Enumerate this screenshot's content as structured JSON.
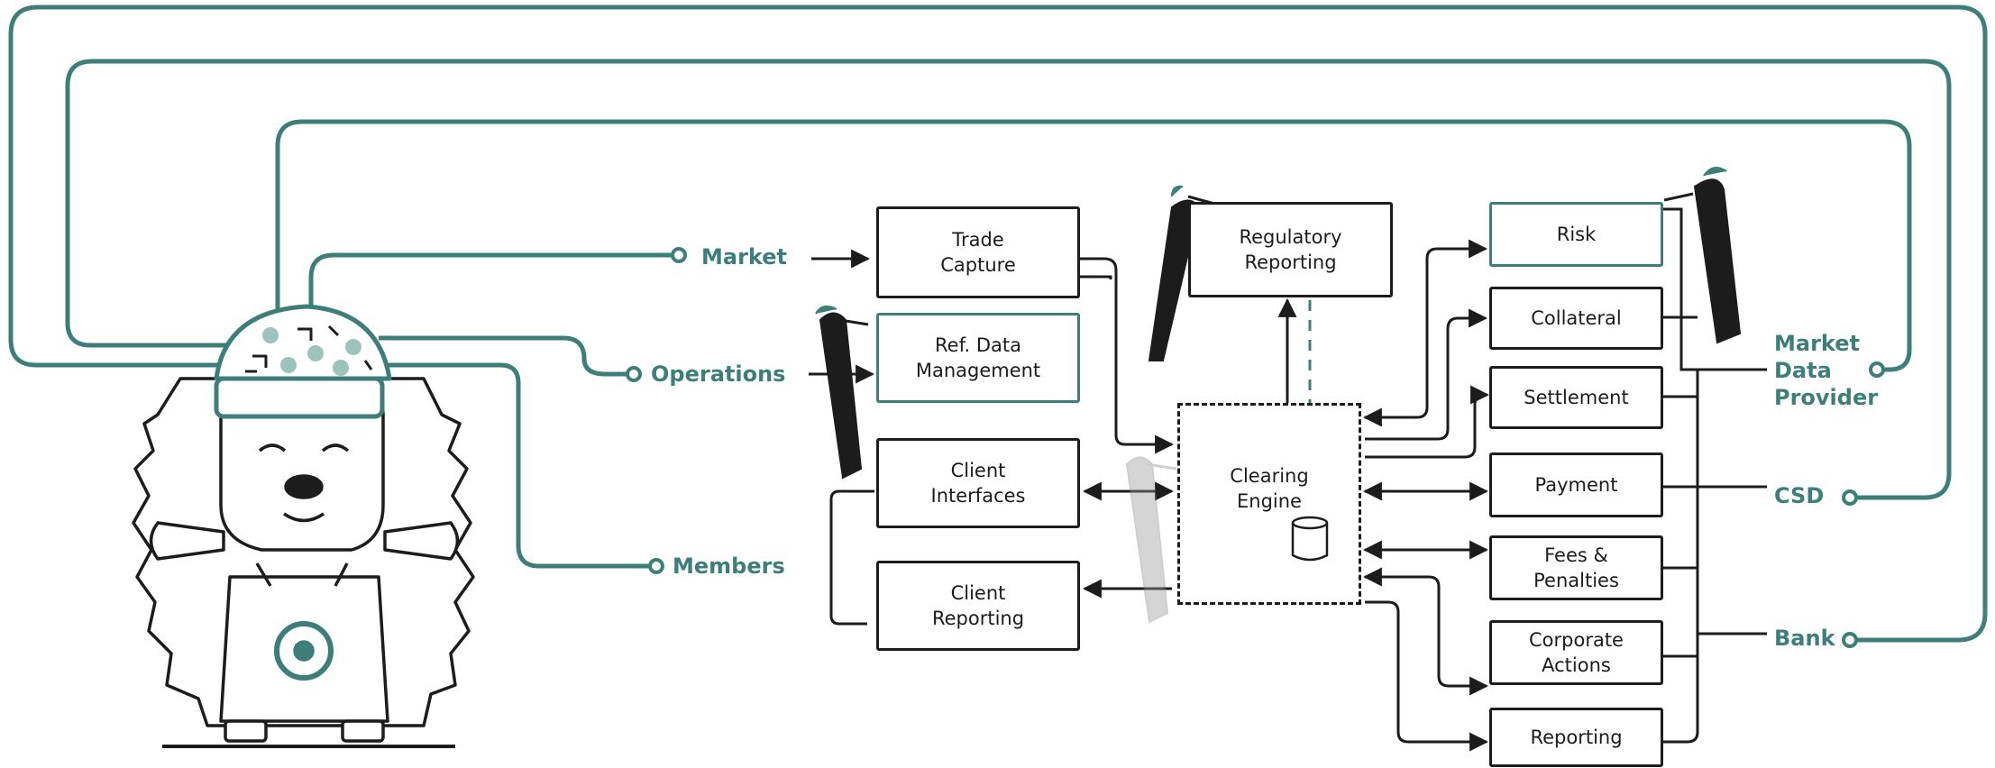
{
  "nodes": {
    "trade_capture": "Trade\nCapture",
    "regulatory_reporting": "Regulatory\nReporting",
    "ref_data": "Ref. Data\nManagement",
    "client_interfaces": "Client\nInterfaces",
    "client_reporting": "Client\nReporting",
    "clearing_engine": "Clearing\nEngine",
    "risk": "Risk",
    "collateral": "Collateral",
    "settlement": "Settlement",
    "payment": "Payment",
    "fees": "Fees &\nPenalties",
    "corporate_actions": "Corporate\nActions",
    "reporting": "Reporting"
  },
  "external": {
    "market": "Market",
    "operations": "Operations",
    "members": "Members",
    "market_data_provider": "Market\nData\nProvider",
    "csd": "CSD",
    "bank": "Bank"
  },
  "colors": {
    "teal": "#3d7f78",
    "ink": "#1c1c1c",
    "teal_light": "#9cc4bd"
  }
}
